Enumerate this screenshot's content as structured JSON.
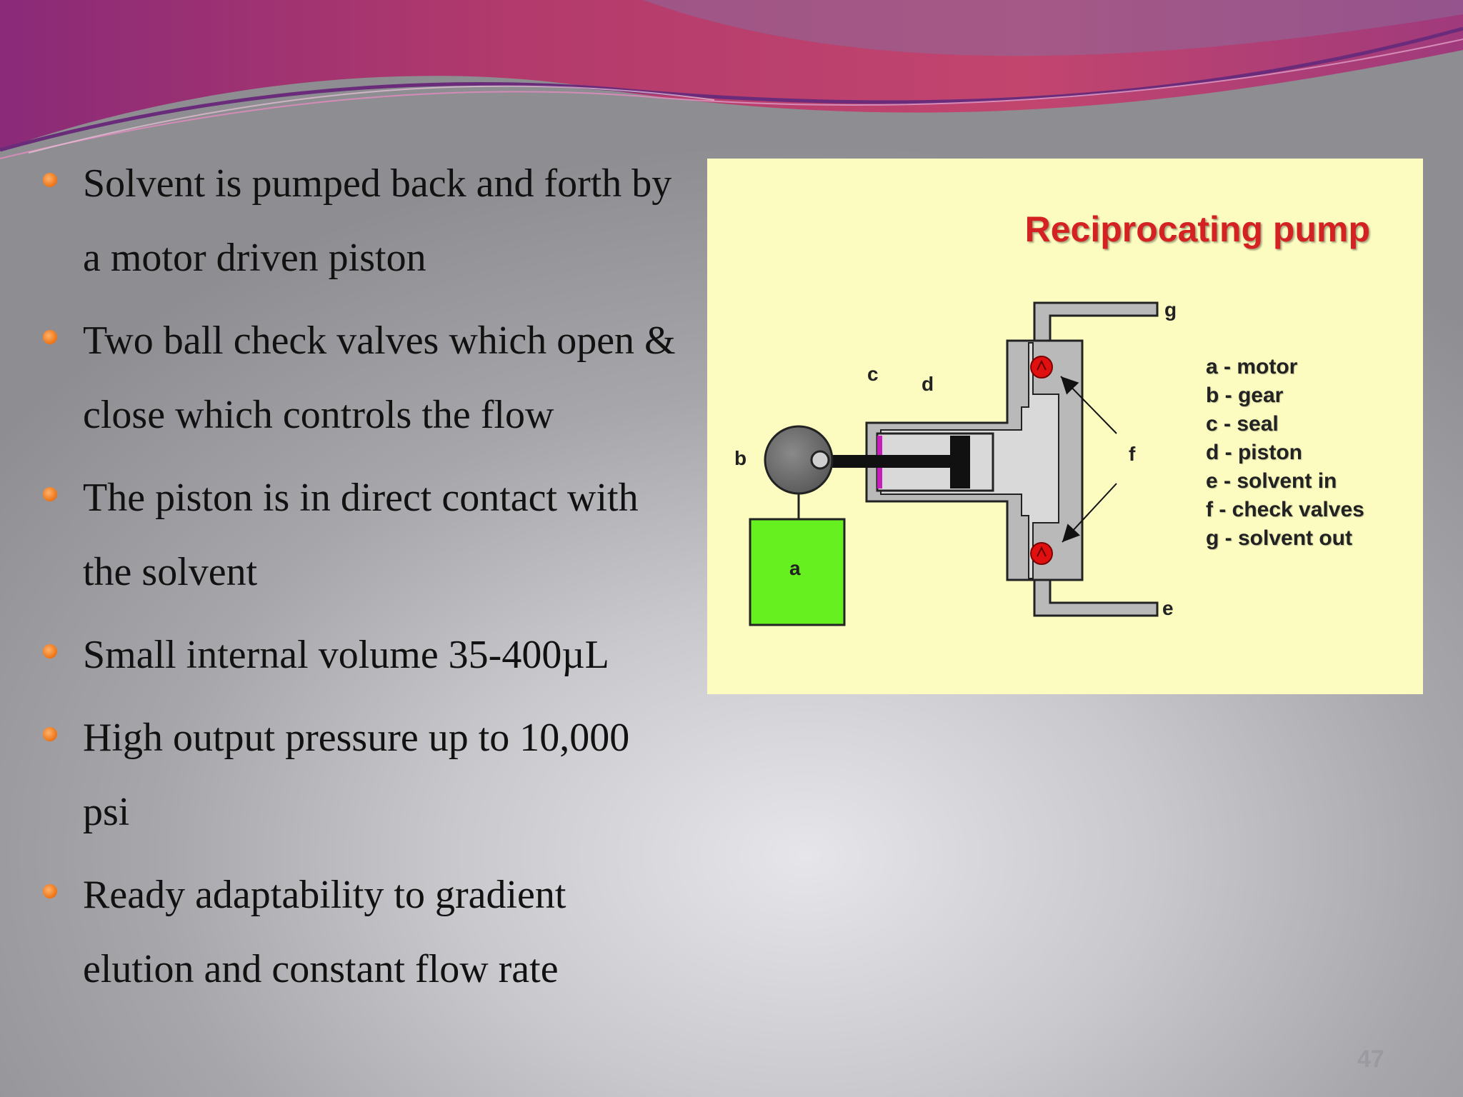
{
  "bullets": [
    "Solvent is pumped back and forth by a motor driven  piston",
    "Two ball check valves which open & close which controls the flow",
    "The piston is in direct contact with the solvent",
    "Small internal volume 35-400µL",
    "High output pressure up to 10,000 psi",
    "Ready adaptability to gradient elution and constant flow rate"
  ],
  "figure": {
    "title": "Reciprocating pump",
    "labels": {
      "a": "a",
      "b": "b",
      "c": "c",
      "d": "d",
      "e": "e",
      "f": "f",
      "g": "g"
    },
    "legend": [
      "a - motor",
      "b - gear",
      "c - seal",
      "d - piston",
      "e - solvent in",
      "f - check valves",
      "g - solvent out"
    ]
  },
  "page_number": "47",
  "colors": {
    "bullet": "#f07a1e",
    "banner_magenta": "#b0357a",
    "figure_bg": "#fcfcc0",
    "title_red": "#d42222",
    "motor_green": "#66f020",
    "valve_red": "#e01010"
  }
}
